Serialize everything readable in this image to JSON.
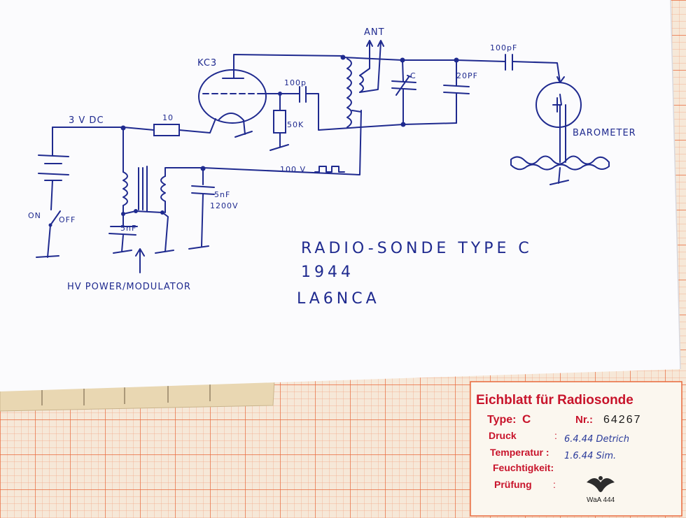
{
  "schematic": {
    "tube_label": "KC3",
    "supply_label": "3 V DC",
    "resistor_10": "10",
    "cap_100p": "100p",
    "res_50k": "50K",
    "ant_label": "ANT",
    "cap_c": "C",
    "cap_20pf": "20PF",
    "cap_100pf": "100pF",
    "barometer_label": "BAROMETER",
    "square_wave_label": "100 V",
    "cap_5nf_hv": "5nF",
    "voltage_1200": "1200V",
    "cap_5nf_mod": "5nF",
    "switch_on": "ON",
    "switch_off": "OFF",
    "hv_label": "HV POWER/MODULATOR"
  },
  "title": {
    "line1": "RADIO-SONDE TYPE C",
    "line2": "1944",
    "line3": "LA6NCA"
  },
  "calibration_label": {
    "heading": "Eichblatt für Radiosonde",
    "type_label": "Type:",
    "type_value": "C",
    "nr_label": "Nr.:",
    "nr_value": "64267",
    "druck_label": "Druck",
    "druck_value": "6.4.44 Detrich",
    "temp_label": "Temperatur :",
    "temp_value": "1.6.44 Sim.",
    "feucht_label": "Feuchtigkeit:",
    "pruef_label": "Prüfung",
    "stamp_text": "WaA 444"
  },
  "colors": {
    "ink": "#1f2a8f",
    "paper": "#ffffff",
    "grid_paper": "#f3e4d3",
    "grid_line": "#ef8a5c",
    "label_red": "#c8142b"
  }
}
